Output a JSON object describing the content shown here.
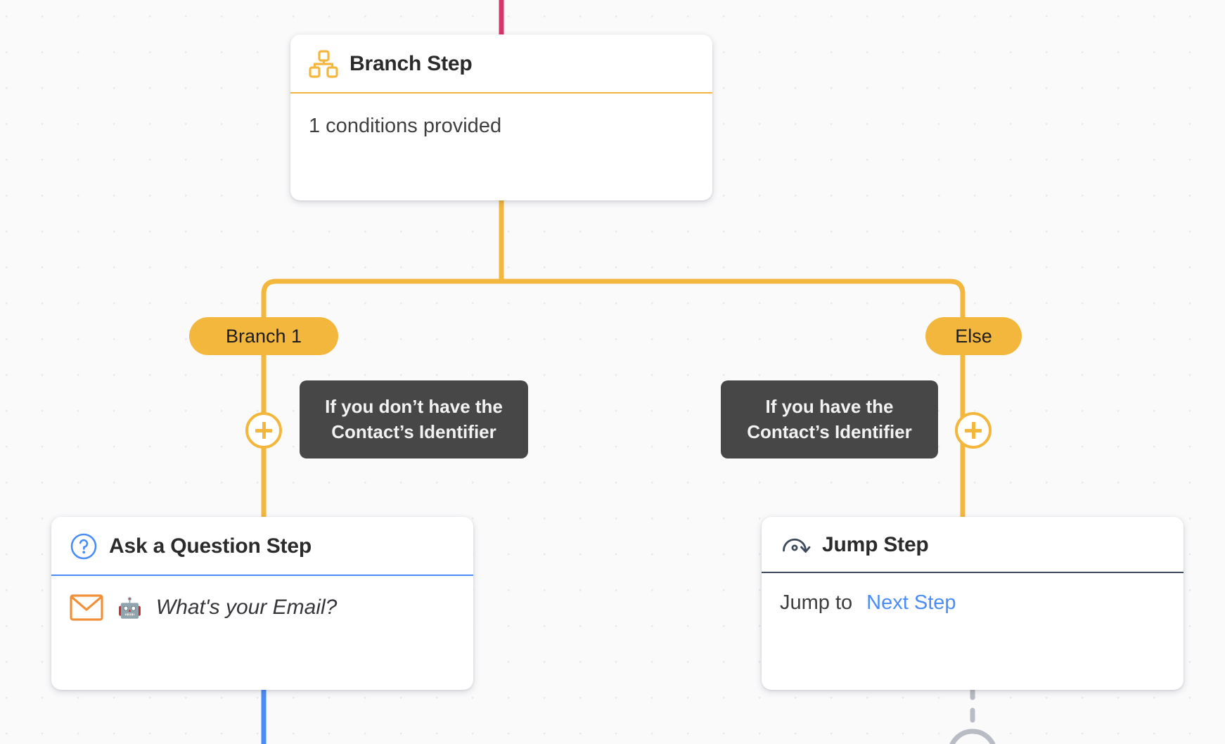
{
  "canvas": {
    "background_color": "#fafafb",
    "dot_color": "#e7e8ed"
  },
  "colors": {
    "branch_accent": "#f3b73e",
    "branch_rule": "#f0b43f",
    "question_accent": "#4b8df8",
    "jump_rule": "#3d4a5c",
    "incoming_wire": "#d6356a",
    "outgoing_question_wire": "#4b8df8",
    "outgoing_jump_wire": "#b9bcc4",
    "tooltip_background": "#474747",
    "card_background": "#ffffff"
  },
  "nodes": {
    "branch_step": {
      "icon": "branch-hierarchy-icon",
      "title": "Branch Step",
      "summary": "1 conditions provided"
    },
    "ask_question_step": {
      "icon": "question-circle-icon",
      "title": "Ask a Question Step",
      "channel_icon": "envelope-icon",
      "emoji": "🤖",
      "question": "What's your Email?"
    },
    "jump_step": {
      "icon": "jump-arrow-icon",
      "title": "Jump Step",
      "prefix": "Jump to",
      "target": "Next Step"
    }
  },
  "branches": [
    {
      "id": "branch-1",
      "pill_label": "Branch 1",
      "tooltip": "If you don’t have the Contact’s Identifier",
      "add_button_label": "+"
    },
    {
      "id": "else",
      "pill_label": "Else",
      "tooltip": "If you have the Contact’s Identifier",
      "add_button_label": "+"
    }
  ]
}
